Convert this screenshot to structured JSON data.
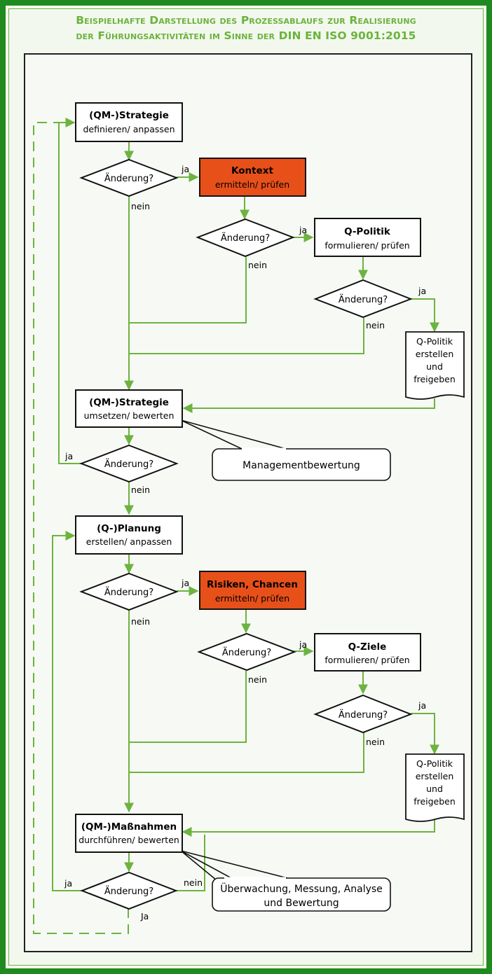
{
  "header": {
    "title_line1": "Beispielhafte Darstellung des Prozessablaufs zur Realisierung",
    "title_line2": "der Führungsaktivitäten im Sinne der DIN EN ISO 9001:2015"
  },
  "colors": {
    "background_frame": "#1f8a1f",
    "accent_green": "#6cb33f",
    "highlight_orange": "#e8501a",
    "panel": "#f3f8ee"
  },
  "labels": {
    "decision": "Änderung?",
    "yes": "ja",
    "yes_capital": "Ja",
    "no": "nein"
  },
  "section1": {
    "strategy_define": {
      "title": "(QM-)Strategie",
      "sub": "definieren/ anpassen"
    },
    "context": {
      "title": "Kontext",
      "sub": "ermitteln/ prüfen"
    },
    "policy": {
      "title": "Q-Politik",
      "sub": "formulieren/ prüfen"
    },
    "policy_doc": {
      "l1": "Q-Politik",
      "l2": "erstellen",
      "l3": "und",
      "l4": "freigeben"
    },
    "strategy_implement": {
      "title": "(QM-)Strategie",
      "sub": "umsetzen/ bewerten"
    },
    "callout": "Managementbewertung"
  },
  "section2": {
    "planning": {
      "title": "(Q-)Planung",
      "sub": "erstellen/ anpassen"
    },
    "risks": {
      "title": "Risiken, Chancen",
      "sub": "ermitteln/ prüfen"
    },
    "objectives": {
      "title": "Q-Ziele",
      "sub": "formulieren/ prüfen"
    },
    "objectives_doc": {
      "l1": "Q-Politik",
      "l2": "erstellen",
      "l3": "und",
      "l4": "freigeben"
    },
    "measures": {
      "title": "(QM-)Maßnahmen",
      "sub": "durchführen/ bewerten"
    },
    "callout_l1": "Überwachung, Messung, Analyse",
    "callout_l2": "und Bewertung"
  }
}
